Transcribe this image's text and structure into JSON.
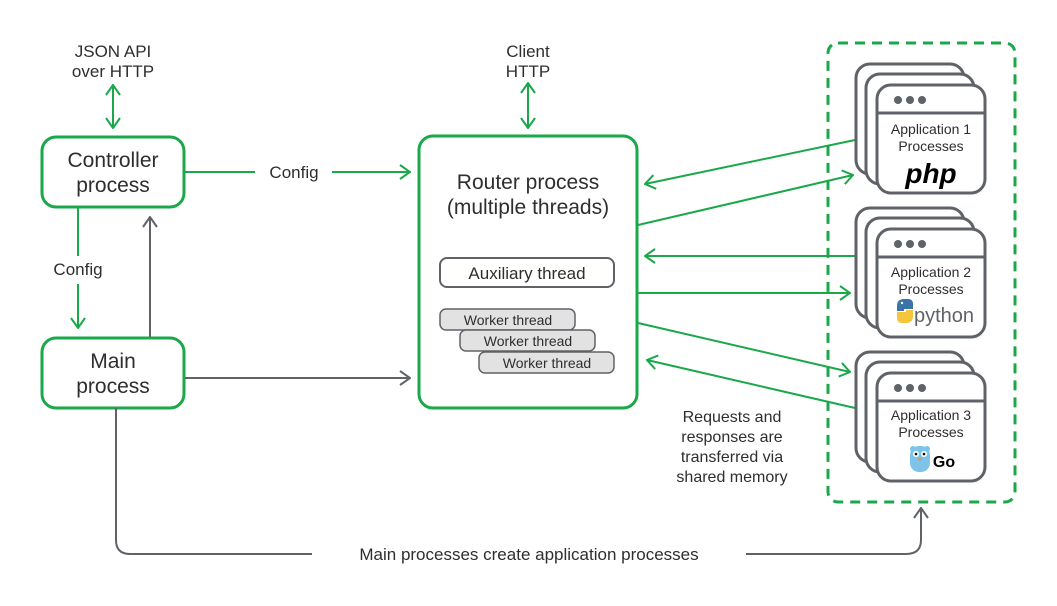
{
  "colors": {
    "accent_green": "#1aa84a",
    "line_gray": "#5f6368",
    "worker_fill": "#e2e2e2",
    "text": "#2e2e2e"
  },
  "external": {
    "json_api": [
      "JSON API",
      "over HTTP"
    ],
    "client_http": [
      "Client",
      "HTTP"
    ]
  },
  "controller": {
    "lines": [
      "Controller",
      "process"
    ]
  },
  "main": {
    "lines": [
      "Main",
      "process"
    ]
  },
  "router": {
    "lines": [
      "Router process",
      "(multiple threads)"
    ],
    "auxiliary": "Auxiliary thread",
    "workers": [
      "Worker thread",
      "Worker thread",
      "Worker thread"
    ]
  },
  "edges": {
    "controller_to_router": "Config",
    "controller_to_main": "Config",
    "main_to_apps": "Main processes create application processes"
  },
  "note": [
    "Requests and",
    "responses are",
    "transferred via",
    "shared memory"
  ],
  "apps": [
    {
      "lines": [
        "Application 1",
        "Processes"
      ],
      "logo": "php",
      "logo_icon": "php-logo-icon"
    },
    {
      "lines": [
        "Application 2",
        "Processes"
      ],
      "logo": "python",
      "logo_icon": "python-logo-icon"
    },
    {
      "lines": [
        "Application 3",
        "Processes"
      ],
      "logo": "Go",
      "logo_icon": "go-gopher-icon"
    }
  ]
}
